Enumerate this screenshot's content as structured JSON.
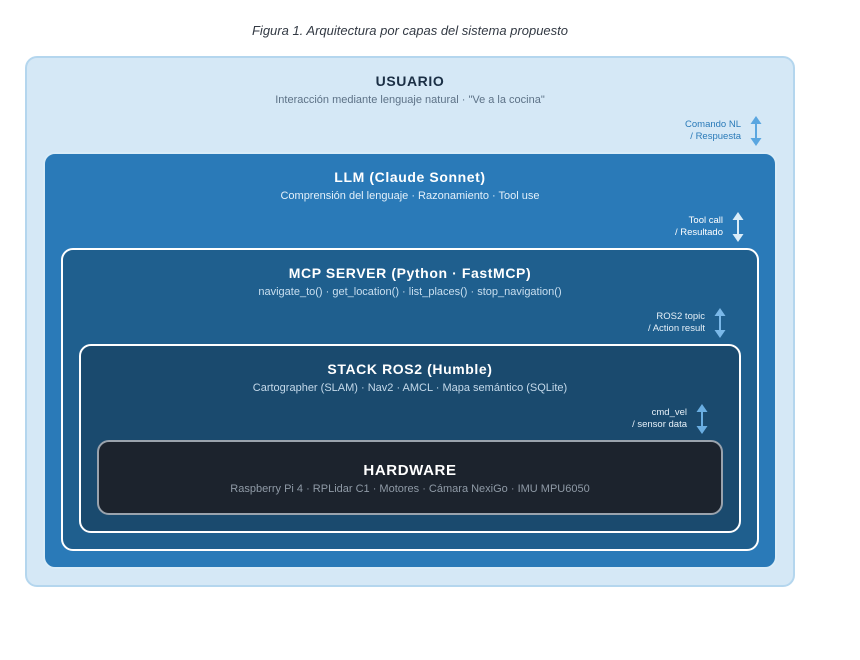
{
  "caption": "Figura 1. Arquitectura por capas del sistema propuesto",
  "layers": [
    {
      "title": "USUARIO",
      "subtitle": "Interacción mediante lenguaje natural · \"Ve a la cocina\"",
      "connector": {
        "line1": "Comando NL",
        "line2": "/ Respuesta"
      }
    },
    {
      "title": "LLM  (Claude Sonnet)",
      "subtitle": "Comprensión del lenguaje · Razonamiento · Tool use",
      "connector": {
        "line1": "Tool call",
        "line2": "/ Resultado"
      }
    },
    {
      "title": "MCP SERVER  (Python · FastMCP)",
      "subtitle": "navigate_to()  ·  get_location()  ·  list_places()  ·  stop_navigation()",
      "connector": {
        "line1": "ROS2 topic",
        "line2": "/ Action result"
      }
    },
    {
      "title": "STACK ROS2  (Humble)",
      "subtitle": "Cartographer (SLAM)  ·  Nav2  ·  AMCL  ·  Mapa semántico (SQLite)",
      "connector": {
        "line1": "cmd_vel",
        "line2": "/ sensor data"
      }
    },
    {
      "title": "HARDWARE",
      "subtitle": "Raspberry Pi 4  ·  RPLidar C1  ·  Motores  ·  Cámara NexiGo  ·  IMU MPU6050"
    }
  ],
  "colors": {
    "usuario_bg": "#d5e8f6",
    "llm_bg": "#2a7ab8",
    "mcp_bg": "#1f5f8e",
    "ros2_bg": "#1a4a6e",
    "hardware_bg": "#1c232d",
    "arrow": "#5aa6e0"
  }
}
